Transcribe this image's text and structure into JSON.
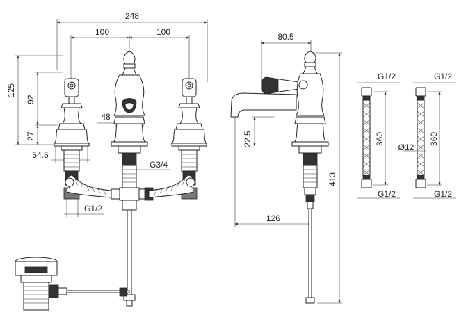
{
  "dimensions": {
    "overall_width": "248",
    "spacing_left": "100",
    "spacing_right": "100",
    "handle_height": "125",
    "body_height": "92",
    "base_height": "27",
    "base_dia": "54.5",
    "spout_dia": "48",
    "inlet_thread": "G3/4",
    "outlet_thread": "G1/2",
    "lever_reach": "80.5",
    "spout_clearance": "22.5",
    "spout_reach": "126",
    "overall_height": "413",
    "hose_top_thread_1": "G1/2",
    "hose_top_thread_2": "G1/2",
    "hose_length_1": "360",
    "hose_length_2": "360",
    "hose_dia": "Ø12",
    "hose_bottom_thread_1": "G1/2",
    "hose_bottom_thread_2": "G1/2"
  }
}
